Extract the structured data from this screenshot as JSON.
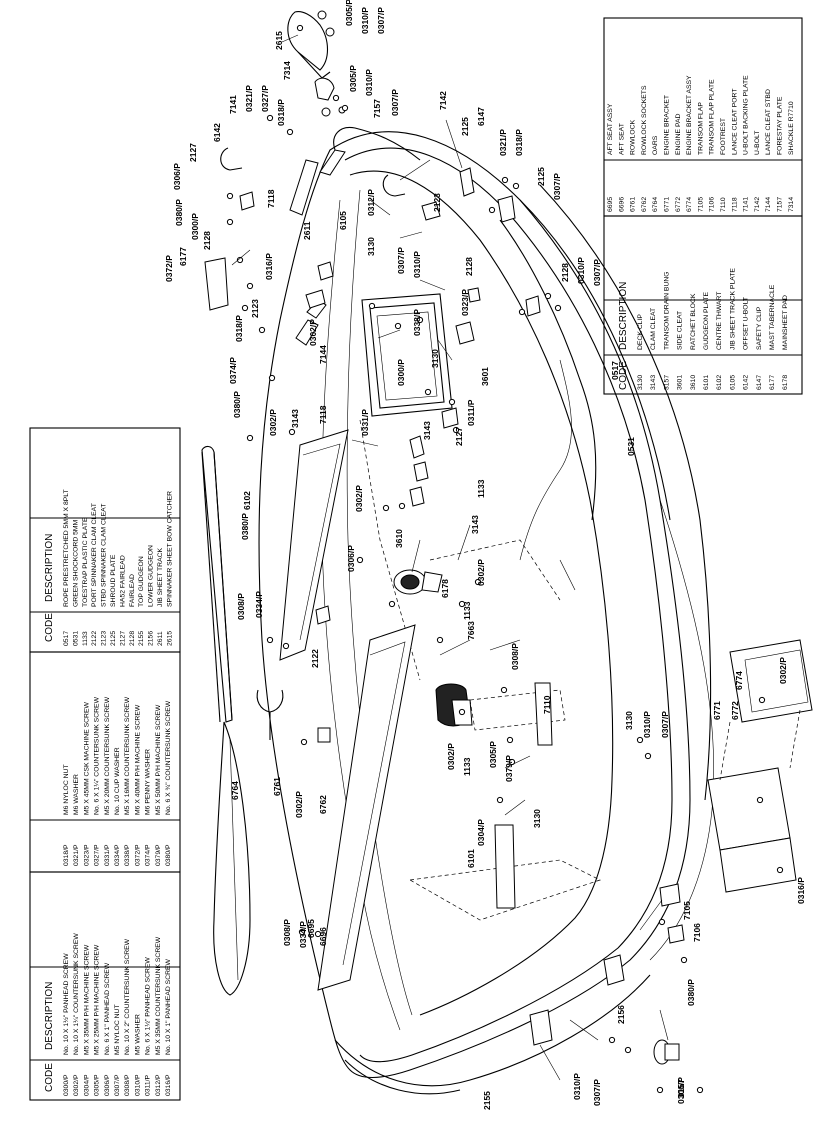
{
  "tables": {
    "table1": {
      "code_header": "CODE",
      "desc_header": "DESCRIPTION",
      "rows": [
        {
          "code": "0300/P",
          "desc": "No. 10 X 1½\" PANHEAD SCREW"
        },
        {
          "code": "0302/P",
          "desc": "No. 10 X 1¼\" COUNTERSUNK SCREW"
        },
        {
          "code": "0304/P",
          "desc": "M5 X 35MM P/H MACHINE SCREW"
        },
        {
          "code": "0305/P",
          "desc": "M5 X 25MM P/H MACHINE SCREW"
        },
        {
          "code": "0306/P",
          "desc": "No. 6 X 1\" PANHEAD SCREW"
        },
        {
          "code": "0307/P",
          "desc": "M5 NYLOC NUT"
        },
        {
          "code": "0308/P",
          "desc": "No. 10 X 2\" COUNTERSUNK SCREW"
        },
        {
          "code": "0310/P",
          "desc": "M5 WASHER"
        },
        {
          "code": "0311/P",
          "desc": "No. 6 X 1½\" PANHEAD SCREW"
        },
        {
          "code": "0312/P",
          "desc": "M5 X 35MM COUNTERSUNK SCREW"
        },
        {
          "code": "0316/P",
          "desc": "No. 10 X 1\" PANHEAD SCREW"
        }
      ]
    },
    "table2": {
      "rows": [
        {
          "code": "0318/P",
          "desc": "M6 NYLOC NUT"
        },
        {
          "code": "0321/P",
          "desc": "M6 WASHER"
        },
        {
          "code": "0323/P",
          "desc": "M5 X 45MM CSK MACHINE SCREW"
        },
        {
          "code": "0327/P",
          "desc": "No. 6 X 1¼\" COUNTERSUNK SCREW"
        },
        {
          "code": "0331/P",
          "desc": "M5 X 20MM COUNTERSUNK SCREW"
        },
        {
          "code": "0334/P",
          "desc": "No. 10 CUP WASHER"
        },
        {
          "code": "0338/P",
          "desc": "M5 X 16MM COUNTERSUNK SCREW"
        },
        {
          "code": "0372/P",
          "desc": "M6 X 40MM P/H MACHINE SCREW"
        },
        {
          "code": "0374/P",
          "desc": "M6 PENNY WASHER"
        },
        {
          "code": "0379/P",
          "desc": "M5 X 50MM P/H MACHINE SCREW"
        },
        {
          "code": "0380/P",
          "desc": "No. 6 X ¾\" COUNTERSUNK SCREW"
        }
      ]
    },
    "table3": {
      "code_header": "CODE",
      "desc_header": "DESCRIPTION",
      "rows": [
        {
          "code": "0517",
          "desc": "ROPE PRESTRETCHED 5MM X 8PLT"
        },
        {
          "code": "0531",
          "desc": "GREEN SHOCKCORD 5MM"
        },
        {
          "code": "1133",
          "desc": "TOESTRAP PLASTIC PLATE"
        },
        {
          "code": "2122",
          "desc": "PORT SPINNAKER CLAM CLEAT"
        },
        {
          "code": "2123",
          "desc": "STBD SPINNAKER CLAM CLEAT"
        },
        {
          "code": "2125",
          "desc": "SHROUD PLATE"
        },
        {
          "code": "2127",
          "desc": "HA52 FAIRLEAD"
        },
        {
          "code": "2128",
          "desc": "FAIRLEAD"
        },
        {
          "code": "2155",
          "desc": "TOP GUDGEON"
        },
        {
          "code": "2156",
          "desc": "LOWER GUDGEON"
        },
        {
          "code": "2611",
          "desc": "JIB SHEET TRACK"
        },
        {
          "code": "2615",
          "desc": "SPINNAKER SHEET BOW CATCHER"
        }
      ]
    },
    "table4": {
      "code_header": "CODE",
      "desc_header": "DESCRIPTION",
      "rows": [
        {
          "code": "3130",
          "desc": "DECK CLIP"
        },
        {
          "code": "3143",
          "desc": "CLAM CLEAT"
        },
        {
          "code": "3157",
          "desc": "TRANSOM DRAIN BUNG"
        },
        {
          "code": "3601",
          "desc": "SIDE CLEAT"
        },
        {
          "code": "3610",
          "desc": "RATCHET BLOCK"
        },
        {
          "code": "6101",
          "desc": "GUDGEON PLATE"
        },
        {
          "code": "6102",
          "desc": "CENTRE THWART"
        },
        {
          "code": "6105",
          "desc": "JIB SHEET TRACK PLATE"
        },
        {
          "code": "6142",
          "desc": "OFFSET U-BOLT"
        },
        {
          "code": "6147",
          "desc": "SAFETY CLIP"
        },
        {
          "code": "6177",
          "desc": "MAST TABERNACLE"
        },
        {
          "code": "6178",
          "desc": "MAINSHEET PAD"
        }
      ]
    },
    "table5": {
      "rows": [
        {
          "code": "6695",
          "desc": "AFT SEAT ASSY"
        },
        {
          "code": "6696",
          "desc": "AFT SEAT"
        },
        {
          "code": "6761",
          "desc": "ROWLOCK"
        },
        {
          "code": "6762",
          "desc": "ROWLOCK SOCKETS"
        },
        {
          "code": "6764",
          "desc": "OARS"
        },
        {
          "code": "6771",
          "desc": "ENGINE BRACKET"
        },
        {
          "code": "6772",
          "desc": "ENGINE PAD"
        },
        {
          "code": "6774",
          "desc": "ENGINE BRACKET ASSY"
        },
        {
          "code": "7105",
          "desc": "TRANSOM FLAP"
        },
        {
          "code": "7106",
          "desc": "TRANSOM FLAP PLATE"
        },
        {
          "code": "7110",
          "desc": "FOOTREST"
        },
        {
          "code": "7118",
          "desc": "LANCE CLEAT PORT"
        },
        {
          "code": "7141",
          "desc": "U-BOLT BACKING PLATE"
        },
        {
          "code": "7142",
          "desc": "U-BOLT"
        },
        {
          "code": "7144",
          "desc": "LANCE CLEAT STBD"
        },
        {
          "code": "7157",
          "desc": "FORESTAY PLATE"
        },
        {
          "code": "7314",
          "desc": "SHACKLE R7710"
        }
      ]
    }
  },
  "callouts": {
    "c2615": "2615",
    "c0305a": "0305/P",
    "c0310a": "0310/P",
    "c0307a": "0307/P",
    "c7314": "7314",
    "c0305b": "0305/P",
    "c0310b": "0310/P",
    "c7157": "7157",
    "c0307b": "0307/P",
    "c7141": "7141",
    "c0321a": "0321/P",
    "c0327": "0327/P",
    "c0318a": "0318/P",
    "c6142": "6142",
    "c7142": "7142",
    "c2125a": "2125",
    "c6147": "6147",
    "c0321b": "0321/P",
    "c0318b": "0318/P",
    "c2127a": "2127",
    "c0306a": "0306/P",
    "c0380a": "0380/P",
    "c0300a": "0300/P",
    "c7118a": "7118",
    "c2125b": "2125",
    "c0307c": "0307/P",
    "c6105": "6105",
    "c2611": "2611",
    "c3130a": "3130",
    "c0312": "0312/P",
    "c2123a": "2123",
    "c2128a": "2128",
    "c6177": "6177",
    "c0372": "0372/P",
    "c0316a": "0316/P",
    "c0307d": "0307/P",
    "c0310c": "0310/P",
    "c2128b": "2128",
    "c2128c": "2128",
    "c0310d": "0310/P",
    "c0307e": "0307/P",
    "c2123b": "2123",
    "c0318c": "0318/P",
    "c0302a": "0302/P",
    "c0323": "0323/P",
    "c0338": "0338/P",
    "c0374": "0374/P",
    "c7144": "7144",
    "c0300b": "0300/P",
    "c3130b": "3130",
    "c3601": "3601",
    "c0517": "0517",
    "c0380b": "0380/P",
    "c0302b": "0302/P",
    "c3143a": "3143",
    "c7118b": "7118",
    "c0311": "0311/P",
    "c2127b": "2127",
    "c0531": "0531",
    "c0331": "0331/P",
    "c3143b": "3143",
    "c1133a": "1133",
    "c0302c": "0302/P",
    "c3143c": "3143",
    "c6102": "6102",
    "c0380c": "0380/P",
    "c3610": "3610",
    "c0306b": "0306/P",
    "c6178": "6178",
    "c0302d": "0302/P",
    "c1133b": "1133",
    "c7663": "7663",
    "c0308a": "0308/P",
    "c0334a": "0334/P",
    "c2122": "2122",
    "c0308b": "0308/P",
    "c7110": "7110",
    "c3130c": "3130",
    "c0310e": "0310/P",
    "c0307f": "0307/P",
    "c0302e": "0302/P",
    "c6774": "6774",
    "c6771": "6771",
    "c6772": "6772",
    "c6764": "6764",
    "c6761": "6761",
    "c0302f": "0302/P",
    "c6762": "6762",
    "c0302g": "0302/P",
    "c1133c": "1133",
    "c0305c": "0305/P",
    "c0379": "0379/P",
    "c3130d": "3130",
    "c6101": "6101",
    "c0304": "0304/P",
    "c0308c": "0308/P",
    "c0334b": "0334/P",
    "c6695": "6695",
    "c6696": "6696",
    "c7105": "7105",
    "c0316b": "0316/P",
    "c2156": "2156",
    "c0380d": "0380/P",
    "c7106": "7106",
    "c3157": "3157",
    "c2155": "2155",
    "c0310f": "0310/P",
    "c0307g": "0307/P",
    "c0306c": "0306/P"
  }
}
